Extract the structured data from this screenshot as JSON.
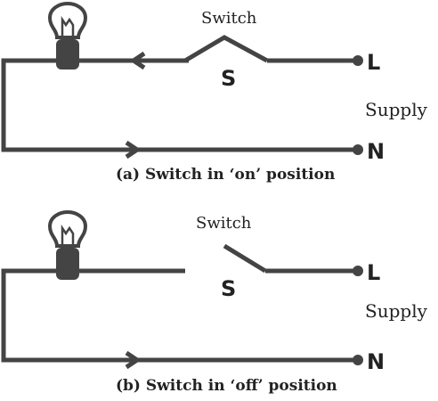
{
  "panels": [
    {
      "id": "on",
      "switch_label": "Switch",
      "switch_letter": "S",
      "live_label": "L",
      "neutral_label": "N",
      "supply_label": "Supply",
      "caption": "(a) Switch in ‘on’ position",
      "switch_closed": true
    },
    {
      "id": "off",
      "switch_label": "Switch",
      "switch_letter": "S",
      "live_label": "L",
      "neutral_label": "N",
      "supply_label": "Supply",
      "caption": "(b) Switch in ‘off’ position",
      "switch_closed": false
    }
  ],
  "colors": {
    "wire": "#444444",
    "text": "#222222",
    "background": "#ffffff"
  }
}
